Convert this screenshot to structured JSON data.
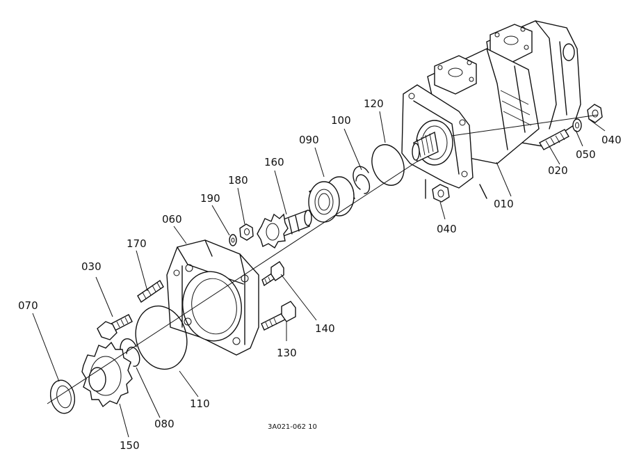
{
  "diagram_code": "3A021-062 10",
  "labels": [
    {
      "id": "010",
      "text": "010"
    },
    {
      "id": "020",
      "text": "020"
    },
    {
      "id": "030",
      "text": "030"
    },
    {
      "id": "040a",
      "text": "040"
    },
    {
      "id": "040b",
      "text": "040"
    },
    {
      "id": "050",
      "text": "050"
    },
    {
      "id": "060",
      "text": "060"
    },
    {
      "id": "070",
      "text": "070"
    },
    {
      "id": "080",
      "text": "080"
    },
    {
      "id": "090",
      "text": "090"
    },
    {
      "id": "100",
      "text": "100"
    },
    {
      "id": "110",
      "text": "110"
    },
    {
      "id": "120",
      "text": "120"
    },
    {
      "id": "130",
      "text": "130"
    },
    {
      "id": "140",
      "text": "140"
    },
    {
      "id": "150",
      "text": "150"
    },
    {
      "id": "160",
      "text": "160"
    },
    {
      "id": "170",
      "text": "170"
    },
    {
      "id": "180",
      "text": "180"
    },
    {
      "id": "190",
      "text": "190"
    }
  ]
}
